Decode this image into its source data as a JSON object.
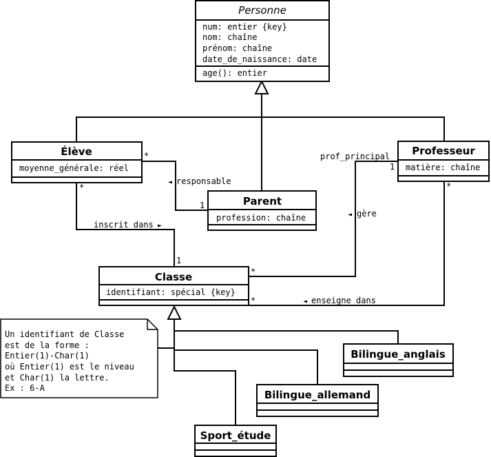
{
  "classes": {
    "personne": {
      "name": "Personne",
      "attributes": [
        "num: entier {key}",
        "nom: chaîne",
        "prénom: chaîne",
        "date_de_naissance: date"
      ],
      "operations": [
        "age(): entier"
      ]
    },
    "eleve": {
      "name": "Élève",
      "attributes": [
        "moyenne_générale: réel"
      ]
    },
    "professeur": {
      "name": "Professeur",
      "attributes": [
        "matière: chaîne"
      ]
    },
    "parent": {
      "name": "Parent",
      "attributes": [
        "profession: chaîne"
      ]
    },
    "classe": {
      "name": "Classe",
      "attributes": [
        "identifiant: spécial {key}"
      ]
    },
    "bilingue_anglais": {
      "name": "Bilingue_anglais"
    },
    "bilingue_allemand": {
      "name": "Bilingue_allemand"
    },
    "sport_etude": {
      "name": "Sport_étude"
    }
  },
  "associations": {
    "responsable": {
      "label": "responsable",
      "mult_eleve": "*",
      "mult_parent": "1"
    },
    "inscrit": {
      "label": "inscrit dans",
      "mult_eleve": "*",
      "mult_classe": "1"
    },
    "gere": {
      "label": "gère",
      "role": "prof_principal",
      "mult_prof": "1",
      "mult_classe": "*"
    },
    "enseigne": {
      "label": "enseigne dans",
      "mult_prof": "*",
      "mult_classe": "*"
    }
  },
  "note": {
    "lines": [
      "Un identifiant de Classe",
      "est de la forme :",
      "Entier(1)-Char(1)",
      "où Entier(1) est le niveau",
      "et Char(1) la lettre.",
      "Ex : 6-A"
    ]
  },
  "glyphs": {
    "arrow_left": "◄",
    "arrow_right": "►"
  }
}
